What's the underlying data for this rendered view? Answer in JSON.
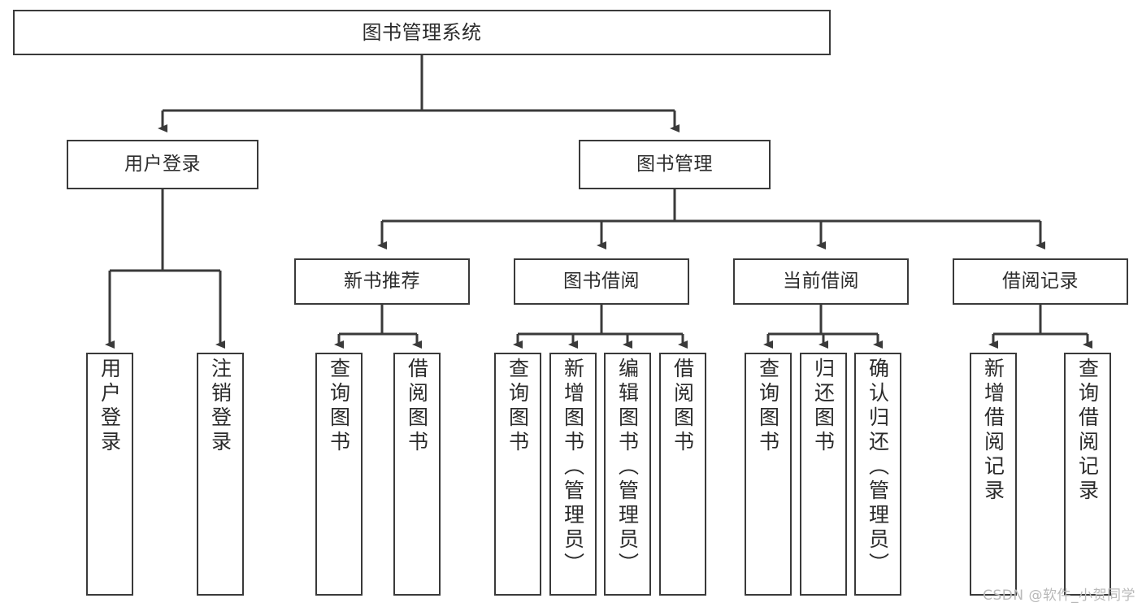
{
  "diagram": {
    "title": "图书管理系统",
    "type": "tree-hierarchy",
    "background_color": "#ffffff",
    "node_border_color": "#3a3a3a",
    "edge_color": "#3a3a3a",
    "root": {
      "label": "图书管理系统"
    },
    "level2": [
      {
        "label": "用户登录"
      },
      {
        "label": "图书管理"
      }
    ],
    "level3": [
      {
        "label": "新书推荐"
      },
      {
        "label": "图书借阅"
      },
      {
        "label": "当前借阅"
      },
      {
        "label": "借阅记录"
      }
    ],
    "leaves": {
      "user_login": [
        {
          "label": "用户登录"
        },
        {
          "label": "注销登录"
        }
      ],
      "new_book_recommend": [
        {
          "label": "查询图书"
        },
        {
          "label": "借阅图书"
        }
      ],
      "book_borrow": [
        {
          "label": "查询图书"
        },
        {
          "label": "新增图书（管理员）"
        },
        {
          "label": "编辑图书（管理员）"
        },
        {
          "label": "借阅图书"
        }
      ],
      "current_borrow": [
        {
          "label": "查询图书"
        },
        {
          "label": "归还图书"
        },
        {
          "label": "确认归还（管理员）"
        }
      ],
      "borrow_record": [
        {
          "label": "新增借阅记录"
        },
        {
          "label": "查询借阅记录"
        }
      ]
    }
  },
  "watermark": {
    "text": "CSDN @软件_小贺同学",
    "color": "#b9b9b9"
  }
}
